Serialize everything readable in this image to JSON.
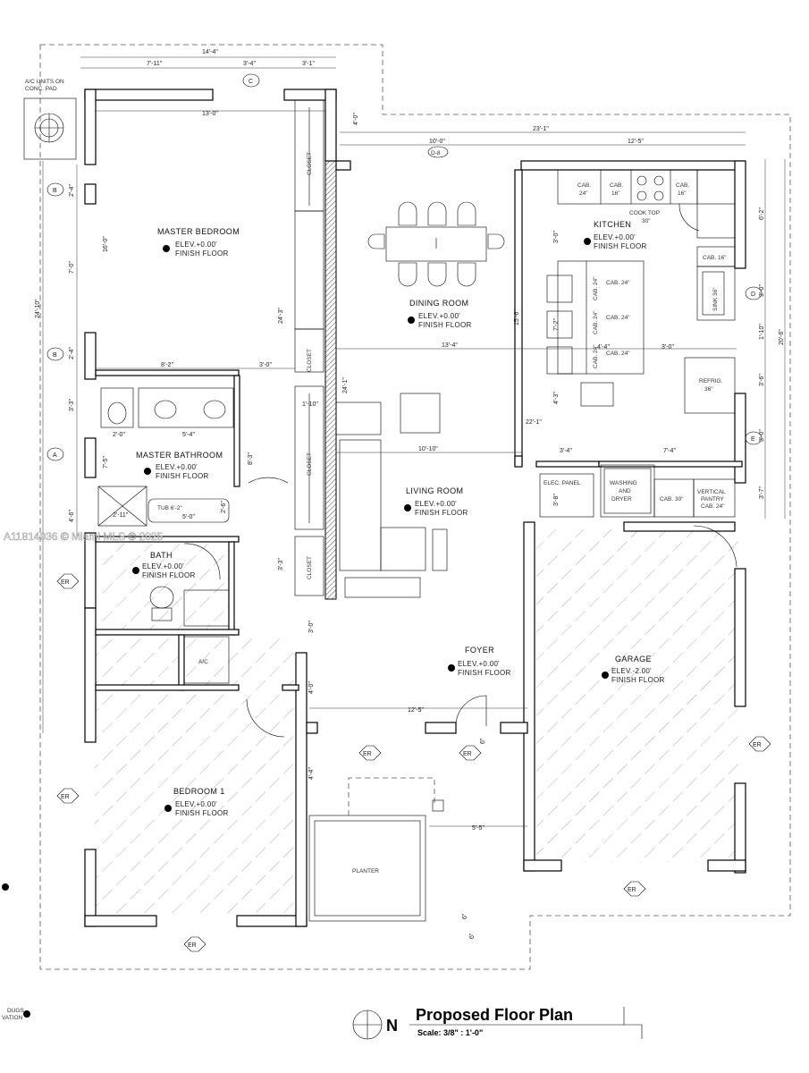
{
  "title": "Proposed Floor Plan",
  "scale": "Scale:  3/8\" : 1'-0\"",
  "north": "N",
  "watermark": "A11814036 © Miami MLS © 2025",
  "notes": {
    "ac_units": [
      "A/C UNITS ON",
      "CONC. PAD"
    ],
    "lower_left": [
      "DUGS",
      "VATION"
    ]
  },
  "rooms": [
    {
      "id": "master-bedroom",
      "name": "MASTER BEDROOM",
      "elev": "ELEV.+0.00'",
      "finish": "FINISH FLOOR"
    },
    {
      "id": "master-bathroom",
      "name": "MASTER BATHROOM",
      "elev": "ELEV.+0.00'",
      "finish": "FINISH FLOOR"
    },
    {
      "id": "bath",
      "name": "BATH",
      "elev": "ELEV.+0.00'",
      "finish": "FINISH FLOOR"
    },
    {
      "id": "bedroom-1",
      "name": "BEDROOM 1",
      "elev": "ELEV.+0.00'",
      "finish": "FINISH FLOOR"
    },
    {
      "id": "dining-room",
      "name": "DINING ROOM",
      "elev": "ELEV.+0.00'",
      "finish": "FINISH FLOOR"
    },
    {
      "id": "living-room",
      "name": "LIVING ROOM",
      "elev": "ELEV.+0.00'",
      "finish": "FINISH FLOOR"
    },
    {
      "id": "kitchen",
      "name": "KITCHEN",
      "elev": "ELEV.+0.00'",
      "finish": "FINISH FLOOR"
    },
    {
      "id": "foyer",
      "name": "FOYER",
      "elev": "ELEV.+0.00'",
      "finish": "FINISH FLOOR"
    },
    {
      "id": "garage",
      "name": "GARAGE",
      "elev": "ELEV.-2.00'",
      "finish": "FINISH FLOOR"
    }
  ],
  "fixtures": {
    "closet": "CLOSET",
    "ac": "A/C",
    "planter": "PLANTER",
    "tub": "TUB 6'-2\"",
    "washer": [
      "WASHING",
      "AND",
      "DRYER"
    ],
    "elec_panel": "ELEC. PANEL",
    "vertical_pantry": [
      "VERTICAL",
      "PANTRY",
      "CAB. 24\""
    ],
    "cab_30": "CAB. 30\"",
    "cook_top": [
      "COOK TOP",
      "30\""
    ],
    "cab_24": [
      "CAB.",
      "24\""
    ],
    "cab_16": [
      "CAB.",
      "16\""
    ],
    "cab_16b": "CAB. 16\"",
    "sink": "SINK 36\"",
    "refrig": [
      "REFRIG.",
      "36\""
    ],
    "cab_island": "CAB. 24\"",
    "cab_side": "CAB. 24\""
  },
  "tags": {
    "er": "ER",
    "a": "A",
    "b": "B",
    "c": "C",
    "d": "D",
    "e": "E",
    "d8": "D-8"
  },
  "dims": {
    "top_overall": "14'-4\"",
    "top_a": "7'-11\"",
    "top_b": "3'-4\"",
    "top_c": "3'-1\"",
    "mb_width": "13'-0\"",
    "mb_v1": "2'-4\"",
    "mb_v2": "7'-0\"",
    "mb_v3": "16'-0\"",
    "left_overall": "24'-10\"",
    "left_b": "2'-4\"",
    "left_a1": "3'-3\"",
    "left_a2": "7'-5\"",
    "left_a3": "4'-6\"",
    "dining_w": "10'-0\"",
    "kitchen_w": "12'-5\"",
    "kitchen_top": "23'-1\"",
    "right_62": "6'-2\"",
    "right_30": "3'-0\"",
    "right_110": "1'-10\"",
    "right_36": "3'-6\"",
    "right_30b": "3'-0\"",
    "right_37": "3'-7\"",
    "right_overall": "20'-6\"",
    "living_w": "13'-4\"",
    "living_10": "10'-10\"",
    "v_243": "24'-3\"",
    "v_156": "15'-6\"",
    "v_241": "24'-1\"",
    "dim_82": "8'-2\"",
    "dim_30": "3'-0\"",
    "dim_20": "2'-0\"",
    "dim_54": "5'-4\"",
    "dim_211": "2'-11\"",
    "dim_50": "5'-0\"",
    "dim_110": "1'-10\"",
    "dim_83": "8'-3\"",
    "dim_26": "2'-6\"",
    "dim_33": "3'-3\"",
    "dim_34": "3'-4\"",
    "dim_74": "7'-4\"",
    "dim_221": "22'-1\"",
    "dim_43": "4'-3\"",
    "dim_25": "12'-5\"",
    "dim_44": "4'-4\"",
    "dim_30k": "3'-0\"",
    "dim_72": "7'-2\"",
    "dim_30d": "3'-0\"",
    "dim_40": "4'-0\"",
    "dim_44b": "4'-4\"",
    "dim_55": "5'-5\"",
    "dim_6a": "6\"",
    "dim_6b": "6\"",
    "dim_6c": "6\"",
    "dim_38": "3'-8\"",
    "dim_40b": "4'-0\""
  }
}
